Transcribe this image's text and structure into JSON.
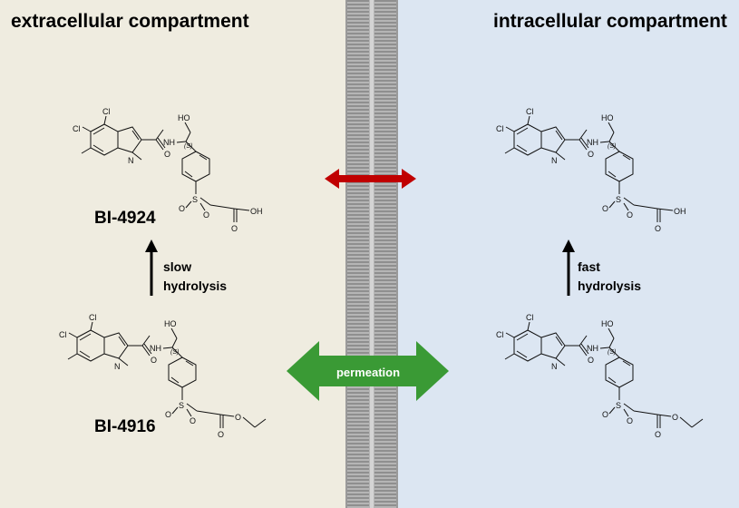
{
  "compartments": {
    "extracellular": "extracellular compartment",
    "intracellular": "intracellular compartment"
  },
  "compounds": {
    "acid": "BI-4924",
    "ester": "BI-4916"
  },
  "hydrolysis": {
    "left": [
      "slow",
      "hydrolysis"
    ],
    "right": [
      "fast",
      "hydrolysis"
    ]
  },
  "permeation_label": "permeation",
  "atoms": {
    "cl": "Cl",
    "nh": "NH",
    "n": "N",
    "o": "O",
    "s": "S",
    "ho": "HO",
    "oh": "OH",
    "stereo": "(S)"
  },
  "colors": {
    "extracellular_bg": "#efece0",
    "intracellular_bg": "#dce6f2",
    "membrane": "#a6a6a6",
    "permeation_arrow": "#3a9a35",
    "blocked_arrow": "#c00000"
  }
}
